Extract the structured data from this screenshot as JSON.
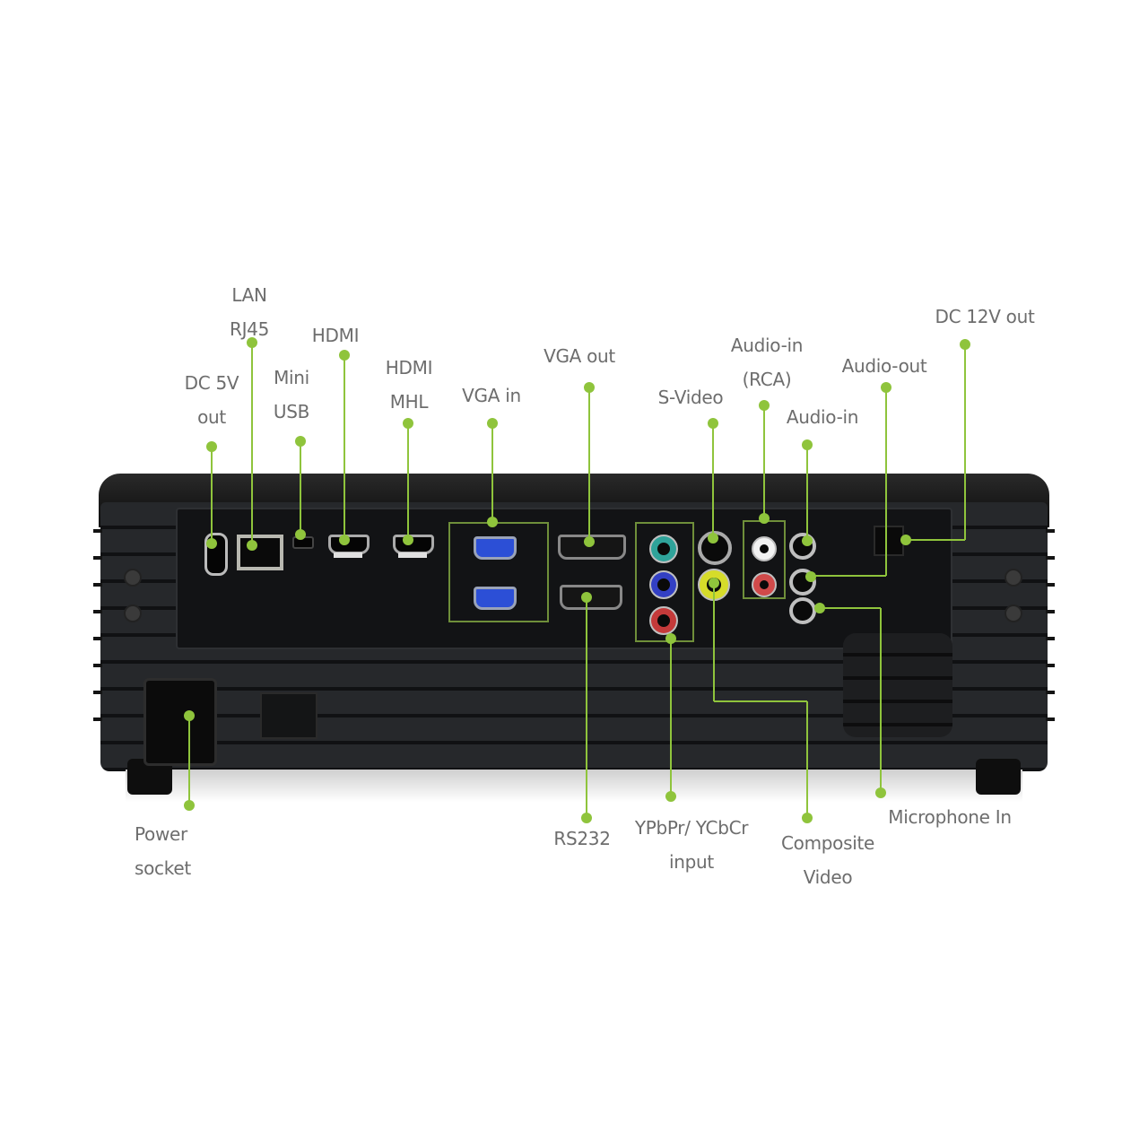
{
  "diagram": {
    "subject": "Projector rear panel connectivity",
    "accent_color": "#8fc43c",
    "label_color": "#6d6d6d",
    "body_color": "#1b1c1e",
    "top_labels": [
      {
        "id": "dc5v",
        "lines": [
          "DC 5V",
          "out"
        ]
      },
      {
        "id": "lan",
        "lines": [
          "LAN",
          "RJ45"
        ]
      },
      {
        "id": "miniusb",
        "lines": [
          "Mini",
          "USB"
        ]
      },
      {
        "id": "hdmi",
        "lines": [
          "HDMI"
        ]
      },
      {
        "id": "hdmimhl",
        "lines": [
          "HDMI",
          "MHL"
        ]
      },
      {
        "id": "vgain",
        "lines": [
          "VGA in"
        ]
      },
      {
        "id": "vgaout",
        "lines": [
          "VGA out"
        ]
      },
      {
        "id": "svideo",
        "lines": [
          "S-Video"
        ]
      },
      {
        "id": "audioinrca",
        "lines": [
          "Audio-in",
          "(RCA)"
        ]
      },
      {
        "id": "audioin",
        "lines": [
          "Audio-in"
        ]
      },
      {
        "id": "audioout",
        "lines": [
          "Audio-out"
        ]
      },
      {
        "id": "dc12v",
        "lines": [
          "DC 12V out"
        ]
      }
    ],
    "bottom_labels": [
      {
        "id": "power",
        "lines": [
          "Power",
          "socket"
        ]
      },
      {
        "id": "rs232",
        "lines": [
          "RS232"
        ]
      },
      {
        "id": "ypbpr",
        "lines": [
          "YPbPr/ YCbCr",
          "input"
        ]
      },
      {
        "id": "composite",
        "lines": [
          "Composite",
          "Video"
        ]
      },
      {
        "id": "mic",
        "lines": [
          "Microphone In"
        ]
      }
    ],
    "component_jack_colors": [
      "#2fa39a",
      "#3340c4",
      "#c43a3a"
    ],
    "composite_jack_color": "#d6dc2a",
    "audio_rca_colors": [
      "#f2f2f2",
      "#d04a4a"
    ]
  }
}
